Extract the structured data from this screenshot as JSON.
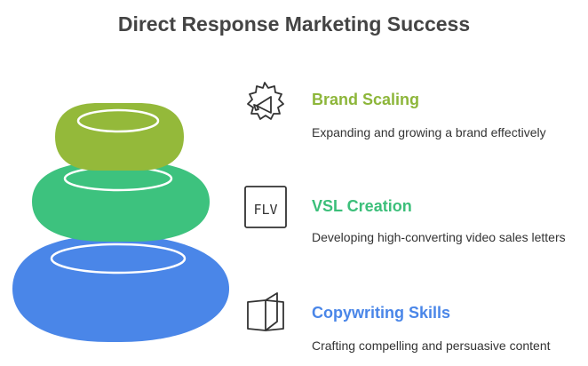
{
  "title": "Direct Response Marketing Success",
  "colors": {
    "top": "#94b93a",
    "middle": "#3dc27e",
    "bottom": "#4a86e8",
    "outline": "#ffffff",
    "icon": "#333333"
  },
  "items": [
    {
      "heading": "Brand Scaling",
      "description": "Expanding and growing a brand effectively",
      "icon": "megaphone-badge-icon",
      "color": "#8db63a"
    },
    {
      "heading": "VSL Creation",
      "description": "Developing high-converting video sales letters",
      "icon": "flv-file-icon",
      "icon_text": "FLV",
      "color": "#3cbf7a"
    },
    {
      "heading": "Copywriting Skills",
      "description": "Crafting compelling and persuasive content",
      "icon": "open-book-icon",
      "color": "#4a86e8"
    }
  ]
}
